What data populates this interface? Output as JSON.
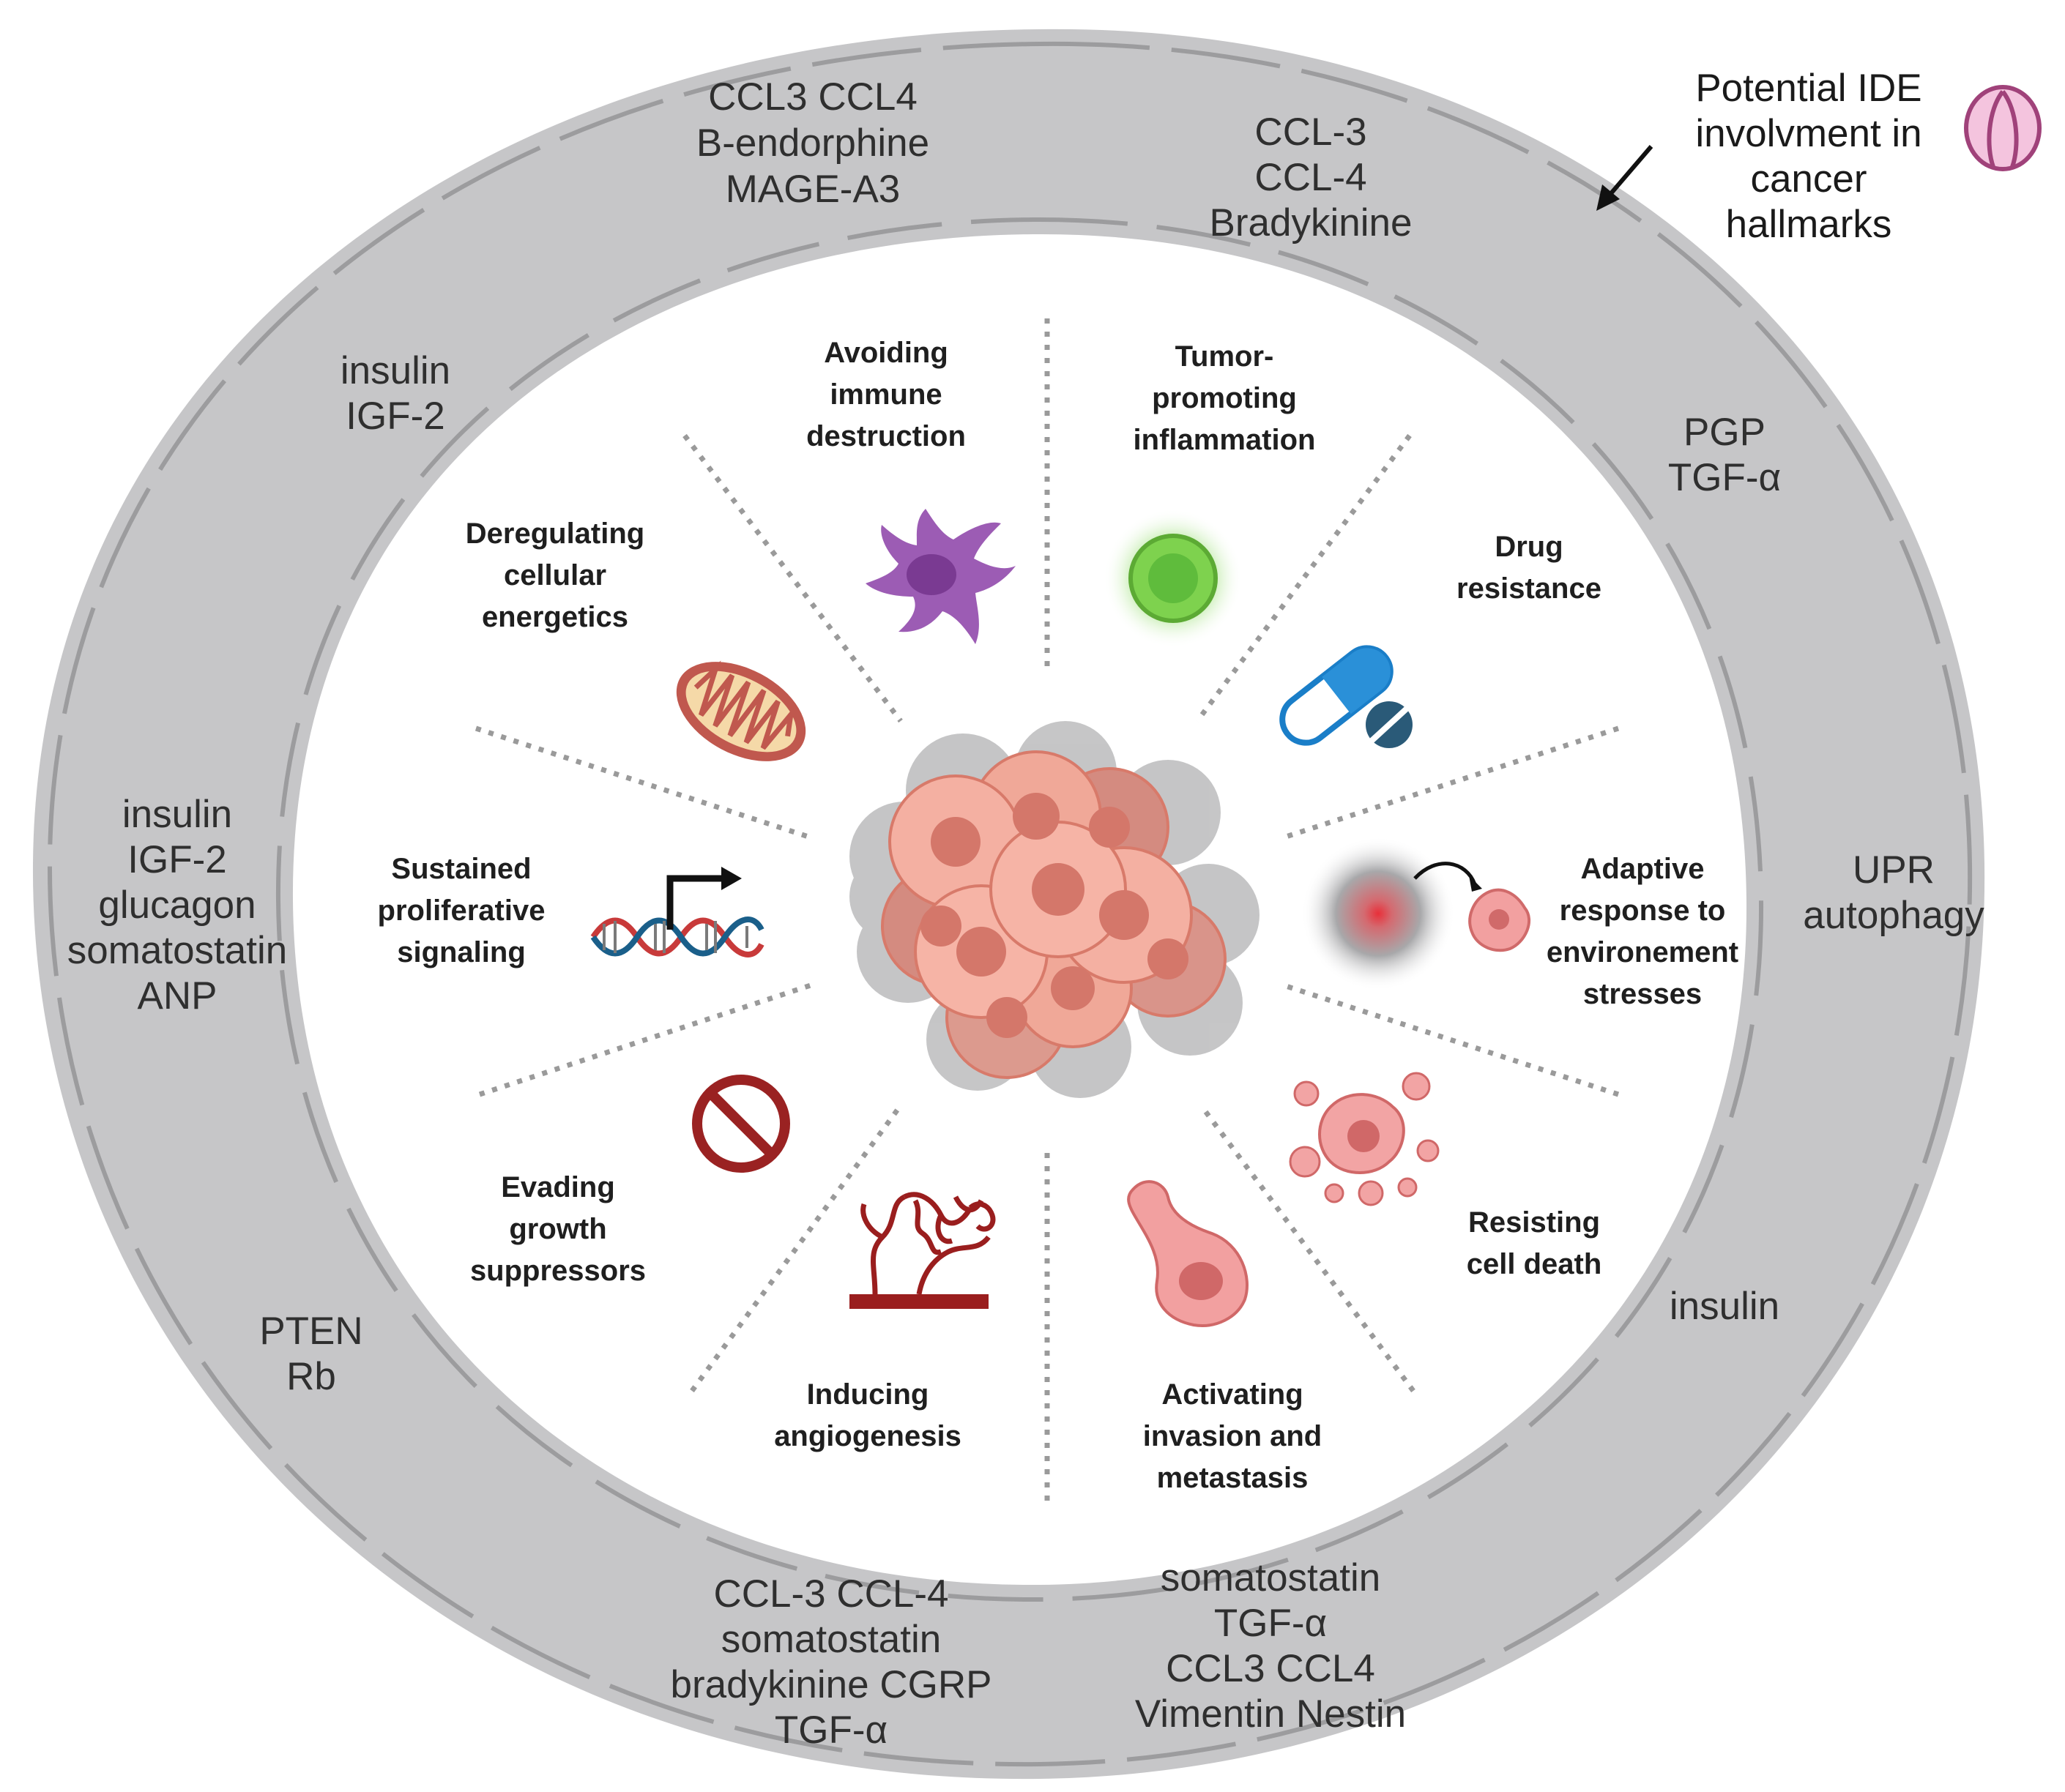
{
  "legend": {
    "lines": [
      "Potential IDE",
      "involvment in",
      "cancer",
      "hallmarks"
    ],
    "icon": "ide-protein-icon"
  },
  "ring_groups": {
    "top_left": [
      "CCL3 CCL4",
      "B-endorphine",
      "MAGE-A3"
    ],
    "top_right": [
      "CCL-3",
      "CCL-4",
      "Bradykinine"
    ],
    "upper_left": [
      "insulin",
      "IGF-2"
    ],
    "upper_right": [
      "PGP",
      "TGF-α"
    ],
    "left": [
      "insulin",
      "IGF-2",
      "glucagon",
      "somatostatin",
      "ANP"
    ],
    "right": [
      "UPR",
      "autophagy"
    ],
    "lower_left": [
      "PTEN",
      "Rb"
    ],
    "lower_right": [
      "insulin"
    ],
    "bottom_left": [
      "CCL-3 CCL-4",
      "somatostatin",
      "bradykinine CGRP",
      "TGF-α"
    ],
    "bottom_right": [
      "somatostatin",
      "TGF-α",
      "CCL3 CCL4",
      "Vimentin Nestin"
    ]
  },
  "hallmarks": {
    "avoiding_immune": [
      "Avoiding",
      "immune",
      "destruction"
    ],
    "tumor_inflammation": [
      "Tumor-",
      "promoting",
      "inflammation"
    ],
    "deregulating_energetics": [
      "Deregulating",
      "cellular",
      "energetics"
    ],
    "drug_resistance": [
      "Drug",
      "resistance"
    ],
    "sustained_signaling": [
      "Sustained",
      "proliferative",
      "signaling"
    ],
    "adaptive_response": [
      "Adaptive",
      "response to",
      "environement",
      "stresses"
    ],
    "evading_suppressors": [
      "Evading",
      "growth",
      "suppressors"
    ],
    "resisting_death": [
      "Resisting",
      "cell death"
    ],
    "inducing_angiogenesis": [
      "Inducing",
      "angiogenesis"
    ],
    "activating_invasion": [
      "Activating",
      "invasion and",
      "metastasis"
    ]
  },
  "icons": {
    "immune": "immune-cell-icon",
    "inflammation": "inflammatory-cell-icon",
    "energetics": "mitochondrion-icon",
    "drug": "pill-capsule-icon",
    "signaling": "dna-transcription-icon",
    "stress": "stress-gradient-icon",
    "suppressor": "prohibition-icon",
    "death": "apoptotic-cell-icon",
    "angiogenesis": "blood-vessel-icon",
    "invasion": "migrating-cell-icon",
    "tumor": "tumor-cluster-icon"
  },
  "colors": {
    "ring": "#c6c6c8",
    "ring_line": "#9c9c9e",
    "text": "#2f2f2f",
    "separator": "#9a9a9a"
  }
}
